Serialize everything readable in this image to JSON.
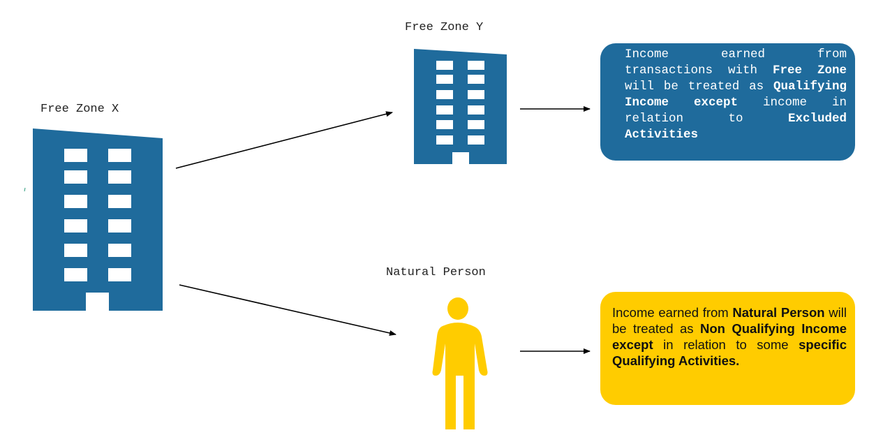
{
  "colors": {
    "building": "#1f6b9c",
    "person": "#ffcc00",
    "blue_box": "#1f6b9c",
    "yellow_box": "#ffcc00",
    "arrow": "#000000"
  },
  "entities": {
    "free_zone_x": {
      "label": "Free Zone X",
      "icon": "building-icon"
    },
    "free_zone_y": {
      "label": "Free Zone Y",
      "icon": "building-icon"
    },
    "natural_person": {
      "label": "Natural Person",
      "icon": "person-icon"
    }
  },
  "edges": [
    {
      "from": "free_zone_x",
      "to": "free_zone_y"
    },
    {
      "from": "free_zone_x",
      "to": "natural_person"
    },
    {
      "from": "free_zone_y",
      "to": "free_zone_income_note"
    },
    {
      "from": "natural_person",
      "to": "natural_person_income_note"
    }
  ],
  "notes": {
    "free_zone_income_note": {
      "segments": [
        {
          "text": "Income earned from transactions with ",
          "bold": false
        },
        {
          "text": "Free Zone",
          "bold": true
        },
        {
          "text": " will be treated as ",
          "bold": false
        },
        {
          "text": "Qualifying Income except",
          "bold": true
        },
        {
          "text": " income in relation to ",
          "bold": false
        },
        {
          "text": "Excluded Activities",
          "bold": true
        }
      ]
    },
    "natural_person_income_note": {
      "segments": [
        {
          "text": "Income earned from ",
          "bold": false
        },
        {
          "text": "Natural Person",
          "bold": true
        },
        {
          "text": " will be treated as ",
          "bold": false
        },
        {
          "text": "Non Qualifying Income except",
          "bold": true
        },
        {
          "text": " in relation to some ",
          "bold": false
        },
        {
          "text": "specific Qualifying Activities.",
          "bold": true
        }
      ]
    }
  }
}
